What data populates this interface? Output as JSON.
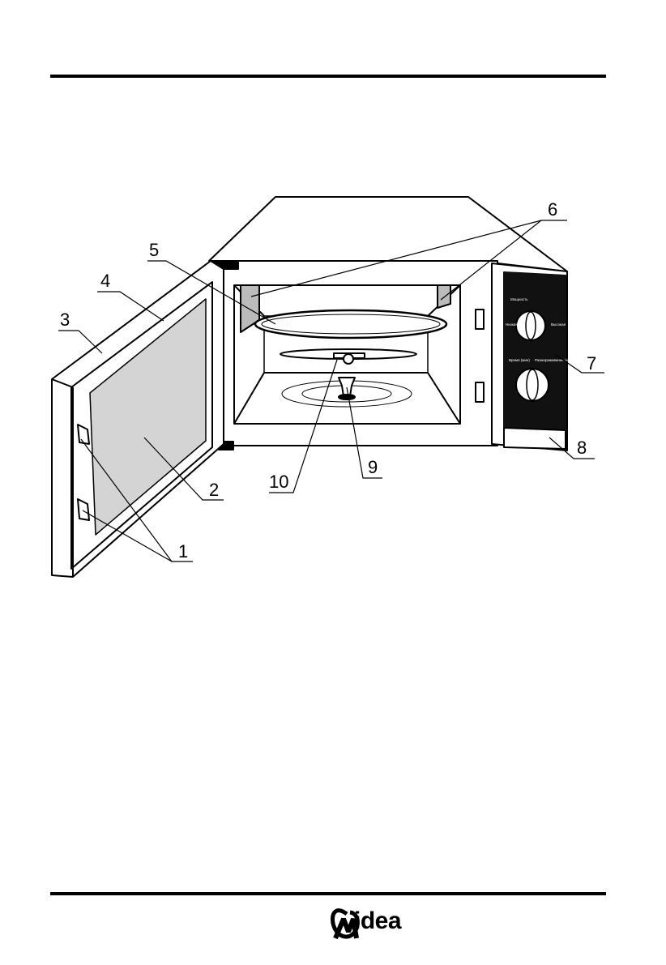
{
  "callouts": {
    "n1": "1",
    "n2": "2",
    "n3": "3",
    "n4": "4",
    "n5": "5",
    "n6": "6",
    "n7": "7",
    "n8": "8",
    "n9": "9",
    "n10": "10"
  },
  "panel": {
    "power_label": "Мощность",
    "power_low": "Низкая",
    "power_high": "Высокая",
    "time_label": "Время (мин)",
    "defrost_label": "Размораживание (кг)"
  },
  "brand": {
    "logo_text": "idea"
  },
  "colors": {
    "line": "#000000",
    "window": "#d4d4d4",
    "panel": "#111111"
  }
}
